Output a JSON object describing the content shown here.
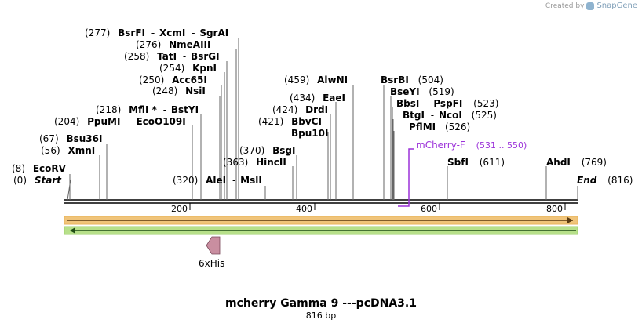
{
  "credit": {
    "prefix": "Created by",
    "brand": "SnapGene",
    "logo_icon": "snapgene-logo-icon"
  },
  "map": {
    "title": "mcherry Gamma 9 ---pcDNA3.1",
    "length_label": "816 bp",
    "total_bp": 816,
    "start_label": "Start",
    "start_pos": "(0)",
    "end_label": "End",
    "end_pos": "(816)",
    "ruler_ticks": [
      "200",
      "400",
      "600",
      "800"
    ]
  },
  "sites": [
    {
      "pos": "(8)",
      "names": [
        "EcoRV"
      ]
    },
    {
      "pos": "(56)",
      "names": [
        "XmnI"
      ]
    },
    {
      "pos": "(67)",
      "names": [
        "Bsu36I"
      ]
    },
    {
      "pos": "(204)",
      "names": [
        "PpuMI",
        "EcoO109I"
      ]
    },
    {
      "pos": "(218)",
      "names": [
        "MflI *",
        "BstYI"
      ]
    },
    {
      "pos": "(248)",
      "names": [
        "NsiI"
      ]
    },
    {
      "pos": "(250)",
      "names": [
        "Acc65I"
      ]
    },
    {
      "pos": "(254)",
      "names": [
        "KpnI"
      ]
    },
    {
      "pos": "(258)",
      "names": [
        "TatI",
        "BsrGI"
      ]
    },
    {
      "pos": "(276)",
      "names": [
        "NmeAIII"
      ]
    },
    {
      "pos": "(277)",
      "names": [
        "BsrFI",
        "XcmI",
        "SgrAI"
      ]
    },
    {
      "pos": "(320)",
      "names": [
        "AleI",
        "MslI"
      ]
    },
    {
      "pos": "(363)",
      "names": [
        "HincII"
      ]
    },
    {
      "pos": "(370)",
      "names": [
        "BsgI"
      ]
    },
    {
      "pos": "(421)",
      "names": [
        "BbvCI",
        "Bpu10I"
      ]
    },
    {
      "pos": "(424)",
      "names": [
        "DrdI"
      ]
    },
    {
      "pos": "(434)",
      "names": [
        "EaeI"
      ]
    },
    {
      "pos": "(459)",
      "names": [
        "AlwNI"
      ]
    },
    {
      "pos": "(504)",
      "names": [
        "BsrBI"
      ]
    },
    {
      "pos": "(519)",
      "names": [
        "BseYI"
      ]
    },
    {
      "pos": "(523)",
      "names": [
        "BbsI",
        "PspFI"
      ]
    },
    {
      "pos": "(525)",
      "names": [
        "BtgI",
        "NcoI"
      ]
    },
    {
      "pos": "(526)",
      "names": [
        "PflMI"
      ]
    },
    {
      "pos": "(611)",
      "names": [
        "SbfI"
      ]
    },
    {
      "pos": "(769)",
      "names": [
        "AhdI"
      ]
    }
  ],
  "primer": {
    "name": "mCherry-F",
    "range": "(531 .. 550)",
    "color": "#9b30d9"
  },
  "features": [
    {
      "type": "forward-arrow",
      "color": "#f0c47a",
      "line": "#8a5a1a"
    },
    {
      "type": "reverse-arrow",
      "color": "#b7e08a",
      "line": "#2f6b1f"
    },
    {
      "name": "6xHis",
      "color": "#c98ea0",
      "line": "#7a4a5a"
    }
  ]
}
